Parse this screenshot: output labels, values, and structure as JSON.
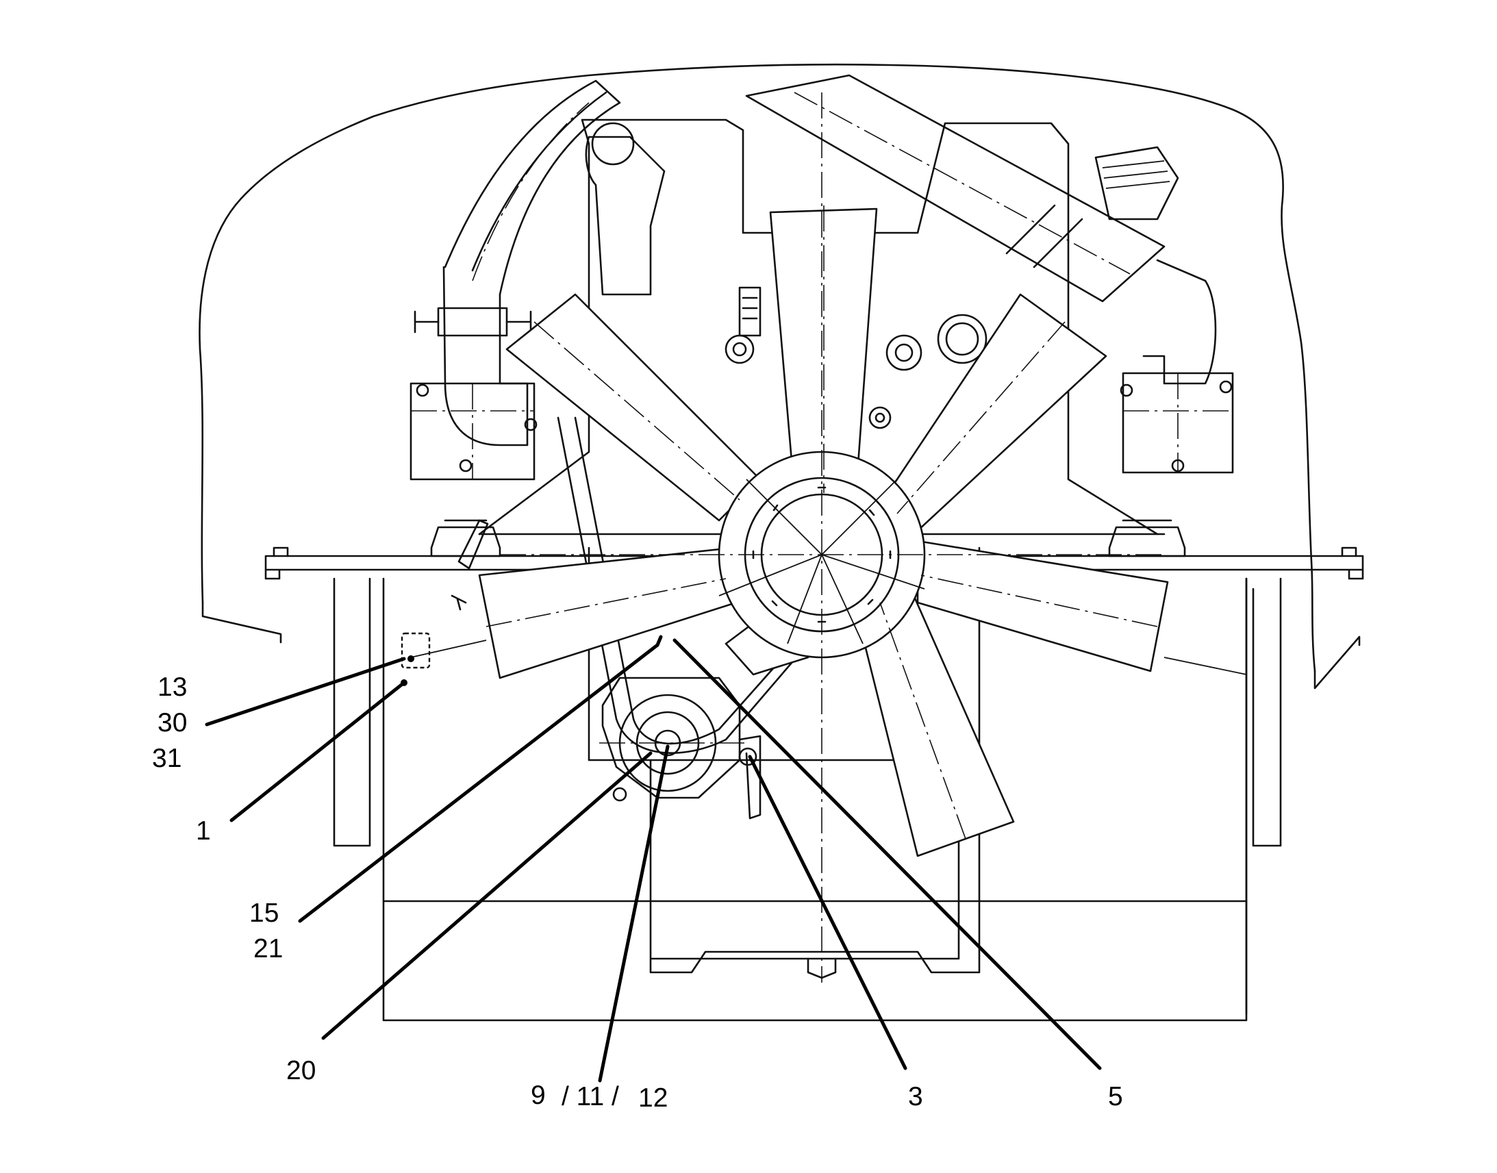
{
  "callouts": {
    "c13": "13",
    "c30": "30",
    "c31": "31",
    "c1": "1",
    "c15": "15",
    "c21": "21",
    "c20": "20",
    "c9": "9",
    "c11": "/ 11 /",
    "c12": "12",
    "c3": "3",
    "c5": "5"
  }
}
